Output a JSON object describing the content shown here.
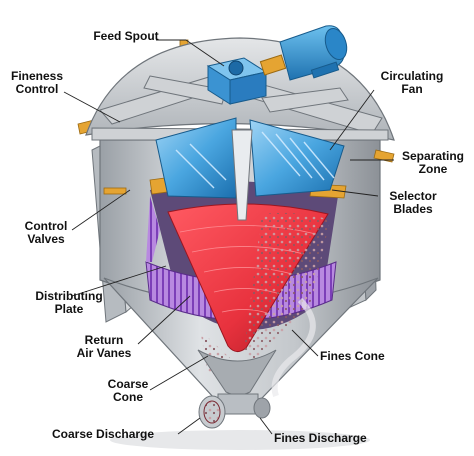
{
  "labels": {
    "feed_spout": "Feed Spout",
    "fineness_control": [
      "Fineness",
      "Control"
    ],
    "circulating_fan": [
      "Circulating",
      "Fan"
    ],
    "separating_zone": [
      "Separating",
      "Zone"
    ],
    "selector_blades": [
      "Selector",
      "Blades"
    ],
    "control_valves": [
      "Control",
      "Valves"
    ],
    "distributing_plate": [
      "Distributing",
      "Plate"
    ],
    "return_air_vanes": [
      "Return",
      "Air Vanes"
    ],
    "fines_cone": "Fines Cone",
    "coarse_cone": [
      "Coarse",
      "Cone"
    ],
    "coarse_discharge": "Coarse Discharge",
    "fines_discharge": "Fines Discharge"
  },
  "colors": {
    "steel": "#c9ccd0",
    "steel_dark": "#8e9399",
    "fan_blue": "#2f8fd0",
    "blade_blue": "#6fb8e8",
    "motor_orange": "#e5a432",
    "cone_red": "#e8323e",
    "vane_purple": "#8a4fc0",
    "leader_line": "#222222"
  }
}
